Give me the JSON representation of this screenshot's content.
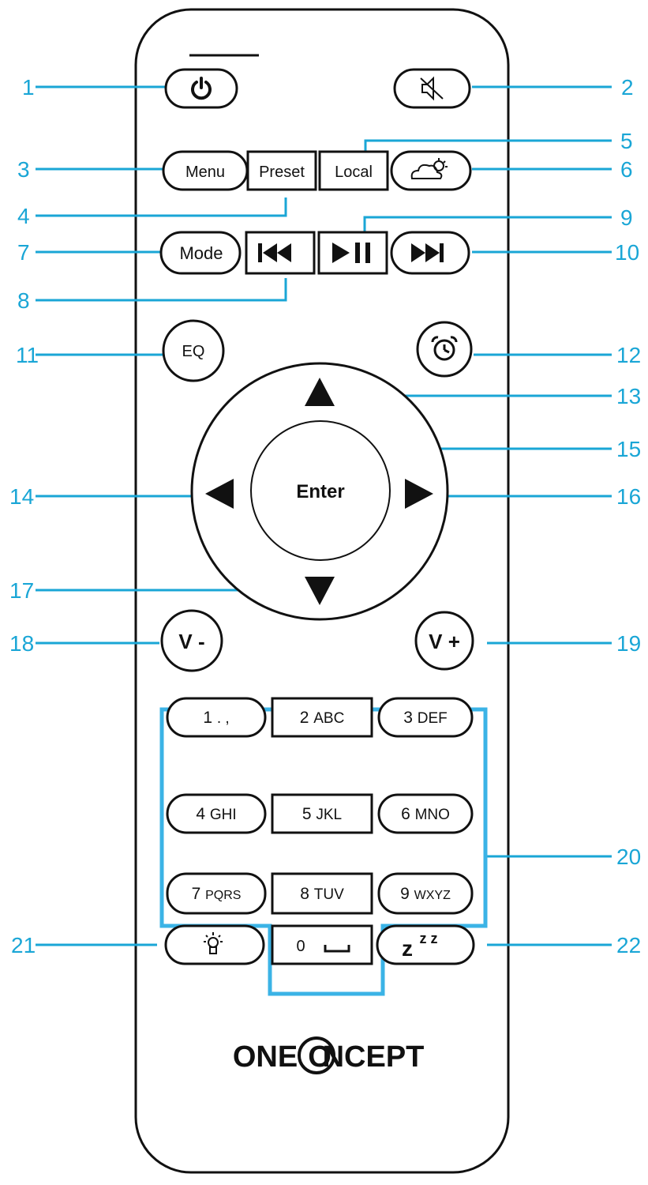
{
  "colors": {
    "callout": "#1aa6d6",
    "outline": "#111111",
    "keypad_highlight": "#3bb3e6"
  },
  "icons": {
    "power": "power-icon",
    "mute": "mute-icon",
    "weather": "weather-icon",
    "previous": "previous-track-icon",
    "play_pause": "play-pause-icon",
    "next": "next-track-icon",
    "alarm": "alarm-clock-icon",
    "up": "arrow-up-icon",
    "down": "arrow-down-icon",
    "left": "arrow-left-icon",
    "right": "arrow-right-icon",
    "light": "light-bulb-icon",
    "space": "space-bar-icon"
  },
  "buttons": {
    "menu": "Menu",
    "preset": "Preset",
    "local": "Local",
    "mode": "Mode",
    "eq": "EQ",
    "enter": "Enter",
    "vol_down": "V -",
    "vol_up": "V +",
    "sleep_big": "z",
    "sleep_small": "z z"
  },
  "keypad": [
    {
      "digit": "1",
      "letters": ". ,"
    },
    {
      "digit": "2",
      "letters": "ABC"
    },
    {
      "digit": "3",
      "letters": "DEF"
    },
    {
      "digit": "4",
      "letters": "GHI"
    },
    {
      "digit": "5",
      "letters": "JKL"
    },
    {
      "digit": "6",
      "letters": "MNO"
    },
    {
      "digit": "7",
      "letters": "PQRS"
    },
    {
      "digit": "8",
      "letters": "TUV"
    },
    {
      "digit": "9",
      "letters": "WXYZ"
    },
    {
      "digit": "0",
      "letters": ""
    }
  ],
  "brand": {
    "part1": "ONE",
    "part2": "NCEPT"
  },
  "callouts": [
    "1",
    "2",
    "3",
    "4",
    "5",
    "6",
    "7",
    "8",
    "9",
    "10",
    "11",
    "12",
    "13",
    "14",
    "15",
    "16",
    "17",
    "18",
    "19",
    "20",
    "21",
    "22"
  ]
}
